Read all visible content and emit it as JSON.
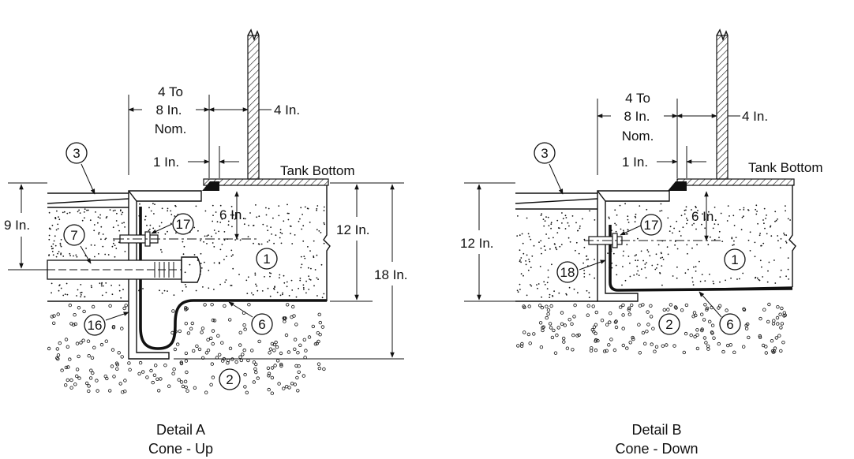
{
  "detail_a": {
    "title": "Detail A",
    "subtitle": "Cone - Up",
    "dim_4to8_line1": "4 To",
    "dim_4to8_line2": "8 In.",
    "dim_4to8_line3": "Nom.",
    "dim_4": "4 In.",
    "dim_1": "1 In.",
    "dim_6": "6 In.",
    "dim_9": "9 In.",
    "dim_12": "12 In.",
    "dim_18": "18 In.",
    "tank_bottom": "Tank Bottom",
    "callouts": [
      "3",
      "7",
      "17",
      "1",
      "16",
      "6",
      "2"
    ]
  },
  "detail_b": {
    "title": "Detail B",
    "subtitle": "Cone - Down",
    "dim_4to8_line1": "4 To",
    "dim_4to8_line2": "8 In.",
    "dim_4to8_line3": "Nom.",
    "dim_4": "4 In.",
    "dim_1": "1 In.",
    "dim_6": "6 In.",
    "dim_12": "12 In.",
    "tank_bottom": "Tank Bottom",
    "callouts": [
      "3",
      "17",
      "1",
      "18",
      "2",
      "6"
    ]
  }
}
